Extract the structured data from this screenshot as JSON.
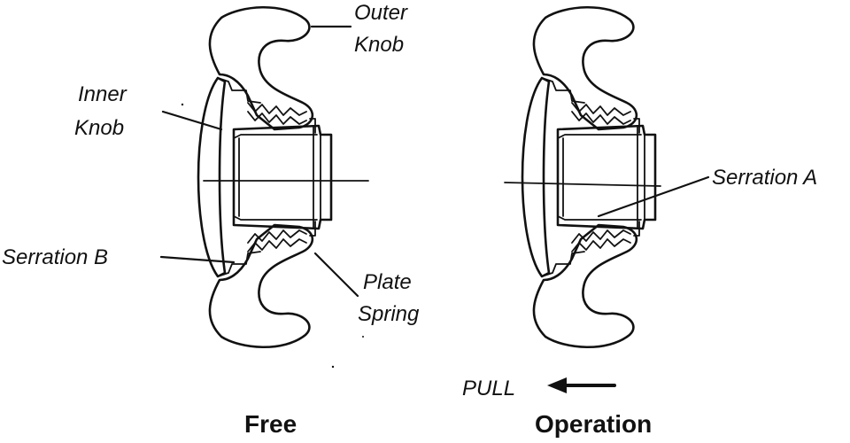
{
  "labels": {
    "outer_knob_line1": "Outer",
    "outer_knob_line2": "Knob",
    "inner_knob_line1": "Inner",
    "inner_knob_line2": "Knob",
    "serration_b": "Serration B",
    "plate_spring_line1": "Plate",
    "plate_spring_line2": "Spring",
    "serration_a": "Serration A",
    "pull": "PULL"
  },
  "captions": {
    "free": "Free",
    "operation": "Operation"
  },
  "colors": {
    "ink": "#111111",
    "background": "#ffffff"
  }
}
